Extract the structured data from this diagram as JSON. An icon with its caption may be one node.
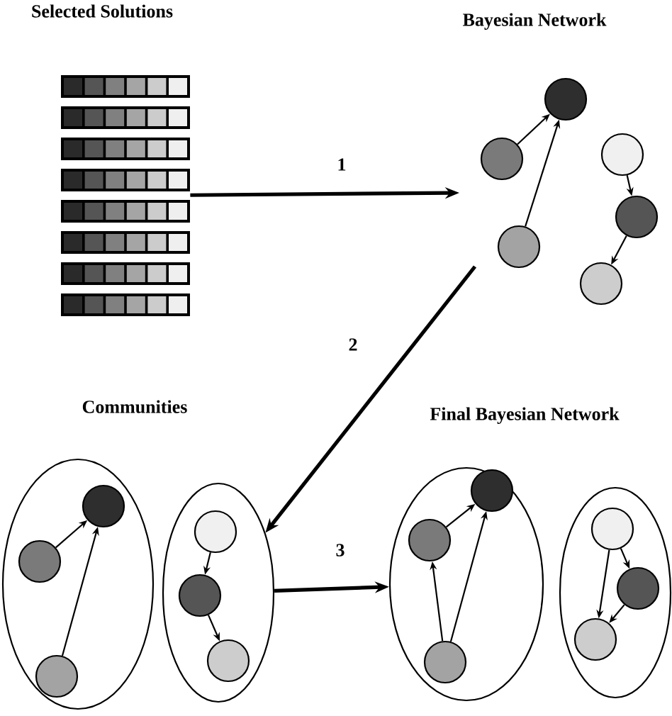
{
  "diagram": {
    "nodes": [
      {
        "text": [],
        "shape": "box"
      },
      {
        "text": [],
        "shape": "circle"
      },
      {
        "text": [],
        "shape": "circle"
      },
      {
        "text": [],
        "shape": "circle"
      },
      {
        "text": [],
        "shape": "circle"
      },
      {
        "text": [],
        "shape": "circle"
      },
      {
        "text": [],
        "shape": "circle"
      },
      {
        "text": [],
        "shape": "ellipse"
      },
      {
        "text": [],
        "shape": "circle",
        "in": 7
      },
      {
        "text": [],
        "shape": "circle",
        "in": 7
      },
      {
        "text": [],
        "shape": "circle",
        "in": 7
      },
      {
        "text": [],
        "shape": "ellipse"
      },
      {
        "text": [],
        "shape": "circle",
        "in": 11
      },
      {
        "text": [],
        "shape": "circle",
        "in": 11
      },
      {
        "text": [],
        "shape": "circle",
        "in": 11
      },
      {
        "text": [],
        "shape": "ellipse"
      },
      {
        "text": [],
        "shape": "circle",
        "in": 15
      },
      {
        "text": [],
        "shape": "circle",
        "in": 15
      },
      {
        "text": [],
        "shape": "circle",
        "in": 15
      },
      {
        "text": [],
        "shape": "ellipse"
      },
      {
        "text": [],
        "shape": "circle",
        "in": 19
      },
      {
        "text": [],
        "shape": "circle",
        "in": 19
      },
      {
        "text": [],
        "shape": "circle",
        "in": 19
      }
    ],
    "edges": [
      {
        "from": 0,
        "to": null,
        "arrow": "to",
        "label": "1",
        "style": "thick"
      },
      {
        "from": 2,
        "to": 1,
        "arrow": "to"
      },
      {
        "from": 3,
        "to": 1,
        "arrow": "to"
      },
      {
        "from": 4,
        "to": 5,
        "arrow": "to"
      },
      {
        "from": 5,
        "to": 6,
        "arrow": "to"
      },
      {
        "from": null,
        "to": 11,
        "arrow": "to",
        "label": "2",
        "style": "thick"
      },
      {
        "from": 9,
        "to": 8,
        "arrow": "to"
      },
      {
        "from": 10,
        "to": 8,
        "arrow": "to"
      },
      {
        "from": 12,
        "to": 13,
        "arrow": "to"
      },
      {
        "from": 13,
        "to": 14,
        "arrow": "to"
      },
      {
        "from": 11,
        "to": 15,
        "arrow": "to",
        "label": "3",
        "style": "thick"
      },
      {
        "from": 16,
        "to": 17,
        "arrow": "to"
      },
      {
        "from": 18,
        "to": 17,
        "arrow": "to"
      },
      {
        "from": 18,
        "to": 16,
        "arrow": "to"
      },
      {
        "from": 20,
        "to": 21,
        "arrow": "to"
      },
      {
        "from": 21,
        "to": 22,
        "arrow": "to"
      },
      {
        "from": 20,
        "to": 22,
        "arrow": "to"
      }
    ],
    "labels": [
      "Selected Solutions",
      "Bayesian Network",
      "Communities",
      "Final Bayesian Network"
    ]
  }
}
